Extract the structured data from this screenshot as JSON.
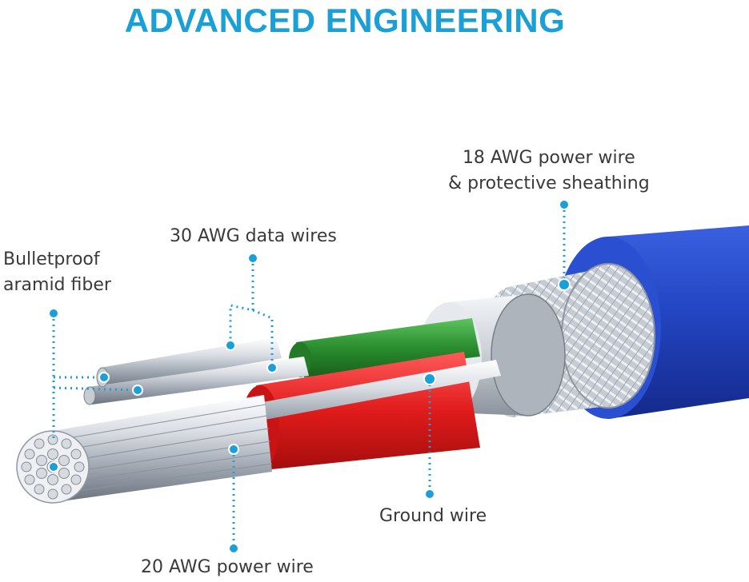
{
  "title": "ADVANCED ENGINEERING",
  "colors": {
    "accent": "#1a9fd6",
    "jacket": "#2245c2",
    "green_wire": "#2a8c2e",
    "red_wire": "#e01b1b",
    "label_text": "#3a3a3a"
  },
  "labels": {
    "power_18": [
      "18 AWG power wire",
      "& protective sheathing"
    ],
    "data_30": "30 AWG data wires",
    "aramid": [
      "Bulletproof",
      "aramid fiber"
    ],
    "ground": "Ground wire",
    "power_20": "20 AWG power wire"
  }
}
